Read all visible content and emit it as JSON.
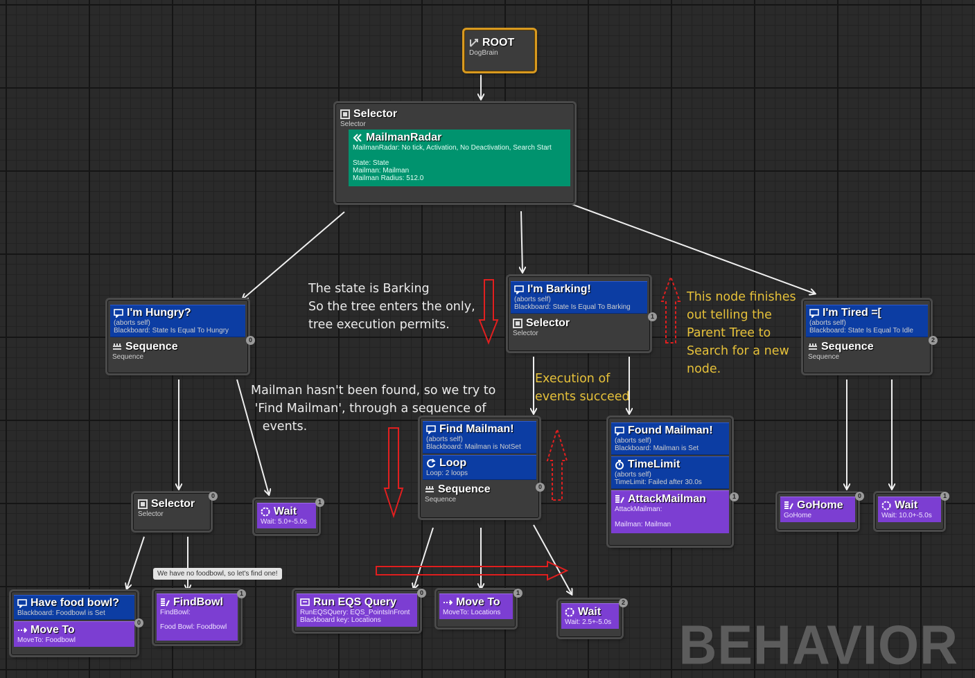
{
  "watermark": "BEHAVIOR",
  "nodes": {
    "root": {
      "title": "ROOT",
      "subtitle": "DogBrain"
    },
    "selector_main": {
      "title": "Selector",
      "subtitle": "Selector",
      "service": {
        "title": "MailmanRadar",
        "desc": "MailmanRadar: No tick, Activation, No Deactivation, Search Start",
        "line1": "State: State",
        "line2": "Mailman: Mailman",
        "line3": "Mailman Radius: 512.0"
      }
    },
    "hungry": {
      "deco_title": "I'm Hungry?",
      "deco_l1": "(aborts self)",
      "deco_l2": "Blackboard: State Is Equal To Hungry",
      "title": "Sequence",
      "subtitle": "Sequence",
      "badge": "0"
    },
    "barking": {
      "deco_title": "I'm Barking!",
      "deco_l1": "(aborts self)",
      "deco_l2": "Blackboard: State Is Equal To Barking",
      "title": "Selector",
      "subtitle": "Selector",
      "badge": "1"
    },
    "tired": {
      "deco_title": "I'm Tired =[",
      "deco_l1": "(aborts self)",
      "deco_l2": "Blackboard: State Is Equal To Idle",
      "title": "Sequence",
      "subtitle": "Sequence",
      "badge": "2"
    },
    "selector_small": {
      "title": "Selector",
      "subtitle": "Selector",
      "badge": "0"
    },
    "wait_a": {
      "title": "Wait",
      "subtitle": "Wait: 5.0+-5.0s",
      "badge": "1"
    },
    "find_mailman": {
      "deco1_title": "Find Mailman!",
      "deco1_l1": "(aborts self)",
      "deco1_l2": "Blackboard: Mailman is NotSet",
      "deco2_title": "Loop",
      "deco2_l1": "Loop: 2 loops",
      "title": "Sequence",
      "subtitle": "Sequence",
      "badge": "0"
    },
    "found_mailman": {
      "deco1_title": "Found Mailman!",
      "deco1_l1": "(aborts self)",
      "deco1_l2": "Blackboard: Mailman is Set",
      "deco2_title": "TimeLimit",
      "deco2_l1": "(aborts self)",
      "deco2_l2": "TimeLimit: Failed after 30.0s",
      "title": "AttackMailman",
      "l1": "AttackMailman:",
      "l2": "Mailman: Mailman",
      "badge": "1"
    },
    "gohome": {
      "title": "GoHome",
      "subtitle": "GoHome",
      "badge": "0"
    },
    "wait_d": {
      "title": "Wait",
      "subtitle": "Wait: 10.0+-5.0s",
      "badge": "1"
    },
    "foodbowl": {
      "deco_title": "Have food bowl?",
      "deco_l1": "Blackboard: Foodbowl is Set",
      "title": "Move To",
      "subtitle": "MoveTo: Foodbowl",
      "badge": "0"
    },
    "findbowl": {
      "title": "FindBowl",
      "l1": "FindBowl:",
      "l2": "Food Bowl: Foodbowl",
      "badge": "1",
      "bubble": "We have no foodbowl, so let's find one!"
    },
    "runeqs": {
      "title": "Run EQS Query",
      "l1": "RunEQSQuery: EQS_PointsInFront",
      "l2": "Blackboard key: Locations",
      "badge": "0"
    },
    "moveto": {
      "title": "Move To",
      "subtitle": "MoveTo: Locations",
      "badge": "1"
    },
    "wait_c": {
      "title": "Wait",
      "subtitle": "Wait: 2.5+-5.0s",
      "badge": "2"
    }
  },
  "annotations": {
    "barking_state": "The state is Barking\nSo the tree enters the only,\ntree execution permits.",
    "mailman_not_found": "Mailman hasn't been found, so we try to\n 'Find Mailman', through a sequence of\n   events.",
    "execution_success": "Execution of\nevents succeed",
    "node_finishes": "This node finishes\nout telling the\nParent Tree to\nSearch for a new\nnode."
  },
  "colors": {
    "decorator": "#0c3da3",
    "task": "#7c3ed2",
    "service": "#00936e",
    "annotation_yellow": "#e6c13a",
    "arrow_red": "#e11f1f",
    "root_outline": "#d89a20"
  }
}
